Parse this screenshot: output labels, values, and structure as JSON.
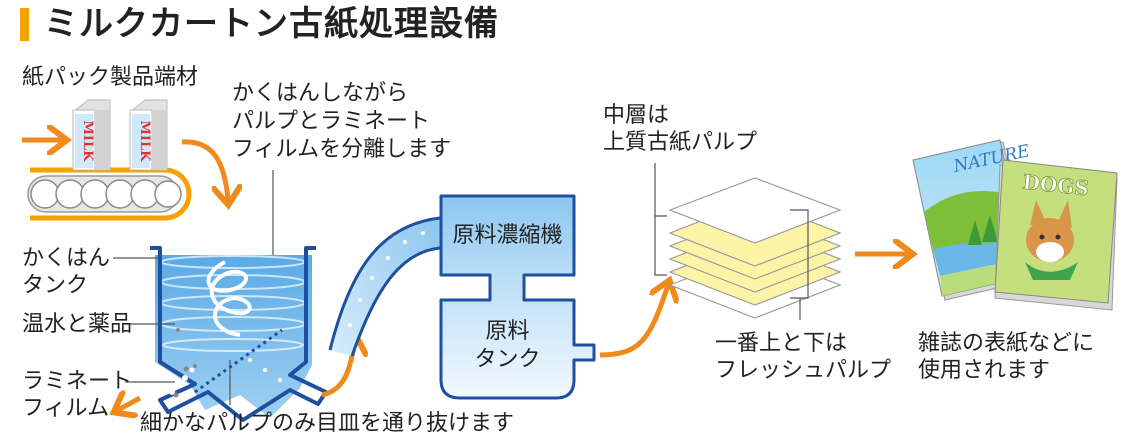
{
  "title": "ミルクカートン古紙処理設備",
  "colors": {
    "accent": "#f5a200",
    "arrow": "#f08a1c",
    "tank_outline": "#1f4fa0",
    "water": "#6fb6e8",
    "layer_yellow": "#fdf4a8",
    "machine_fill": "#9fd0f2"
  },
  "input": {
    "label": "紙パック製品端材",
    "carton_text": "MILK"
  },
  "stir_note": {
    "lines": [
      "かくはんしながら",
      "パルプとラミネート",
      "フィルムを分離します"
    ]
  },
  "tank_labels": {
    "stir_tank": [
      "かくはん",
      "タンク"
    ],
    "water_chem": "温水と薬品",
    "laminate": [
      "ラミネート",
      "フィルム"
    ],
    "mesh_note": "細かなパルプのみ目皿を通り抜けます"
  },
  "machine": {
    "concentrator": "原料濃縮機",
    "raw_tank": [
      "原料",
      "タンク"
    ]
  },
  "layers": {
    "middle_note": [
      "中層は",
      "上質古紙パルプ"
    ],
    "outer_note": [
      "一番上と下は",
      "フレッシュパルプ"
    ]
  },
  "output": {
    "magazine1": "NATURE",
    "magazine2": "DOGS",
    "note": [
      "雑誌の表紙などに",
      "使用されます"
    ]
  }
}
